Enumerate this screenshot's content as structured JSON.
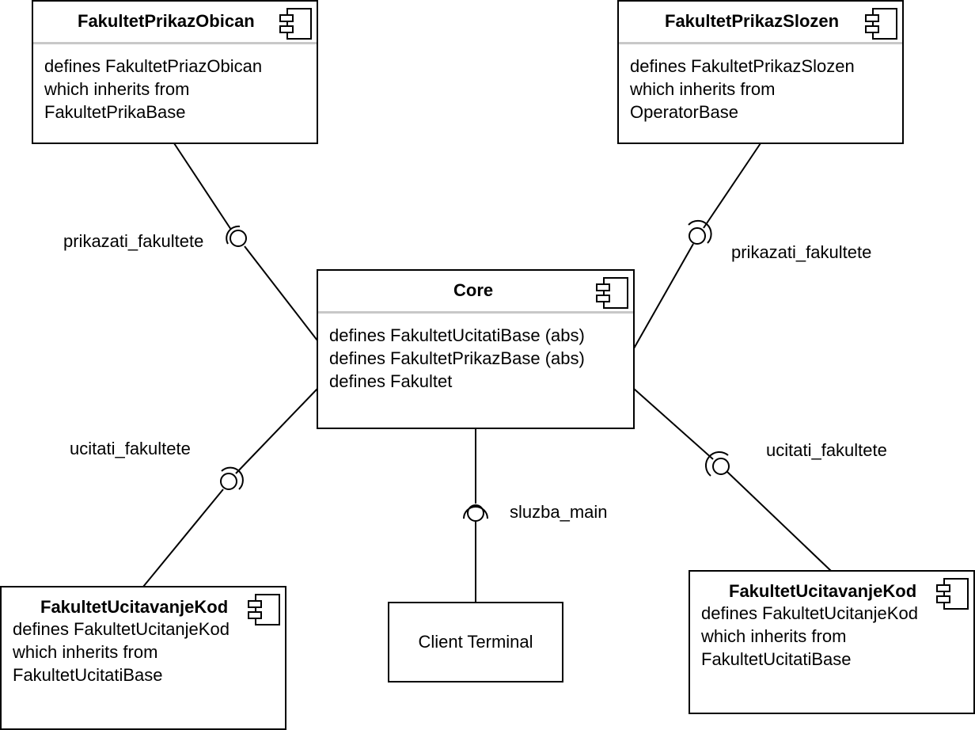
{
  "components": {
    "prikaz_obican": {
      "title": "FakultetPrikazObican",
      "lines": [
        "defines FakultetPriazObican",
        "which inherits from",
        "FakultetPrikaBase"
      ]
    },
    "prikaz_slozen": {
      "title": "FakultetPrikazSlozen",
      "lines": [
        "defines FakultetPrikazSlozen",
        "which inherits from",
        "OperatorBase"
      ]
    },
    "core": {
      "title": "Core",
      "lines": [
        "defines FakultetUcitatiBase (abs)",
        "defines FakultetPrikazBase (abs)",
        "defines Fakultet"
      ]
    },
    "ucitavanje_left": {
      "title": "FakultetUcitavanjeKod",
      "lines": [
        "defines FakultetUcitanjeKod",
        "which inherits from",
        "FakultetUcitatiBase"
      ]
    },
    "ucitavanje_right": {
      "title": "FakultetUcitavanjeKod",
      "lines": [
        "defines FakultetUcitanjeKod",
        "which inherits from",
        "FakultetUcitatiBase"
      ]
    },
    "client": {
      "title": "Client Terminal"
    }
  },
  "interfaces": {
    "top_left": "prikazati_fakultete",
    "top_right": "prikazati_fakultete",
    "bottom_left": "ucitati_fakultete",
    "bottom_right": "ucitati_fakultete",
    "bottom_center": "sluzba_main"
  }
}
